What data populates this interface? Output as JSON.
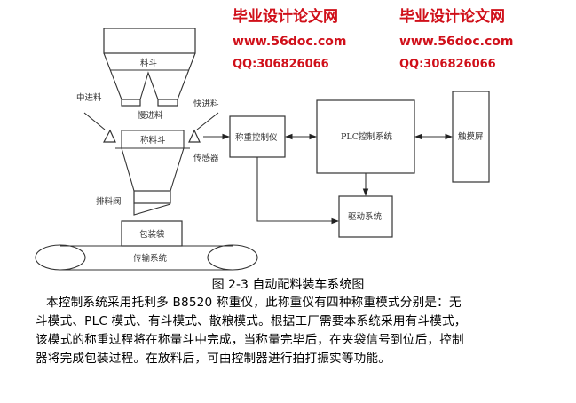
{
  "figure": {
    "labels": {
      "hopper": "料斗",
      "medium_feed": "中进料",
      "slow_feed": "慢进料",
      "fast_feed": "快进料",
      "weigh_hopper": "称料斗",
      "sensor": "传感器",
      "discharge_valve": "排料阀",
      "bag": "包装袋",
      "conveyor": "传输系统",
      "weighing_controller": "称重控制仪",
      "plc": "PLC控制系统",
      "touch_screen": "触摸屏",
      "drive": "驱动系统"
    },
    "caption": "图 2-3 自动配料装车系统图"
  },
  "paragraph": {
    "lines": [
      "本控制系统采用托利多 B8520 称重仪，此称重仪有四种称重模式分别是：无",
      "斗模式、PLC 模式、有斗模式、散粮模式。根据工厂需要本系统采用有斗模式，",
      "该模式的称重过程将在称量斗中完成，当称量完毕后，在夹袋信号到位后，控制",
      "器将完成包装过程。在放料后，可由控制器进行拍打振实等功能。"
    ]
  },
  "watermark": {
    "site_name": "毕业设计论文网",
    "url": "www.56doc.com",
    "qq": "QQ:306826066",
    "color": "#d0101a"
  }
}
